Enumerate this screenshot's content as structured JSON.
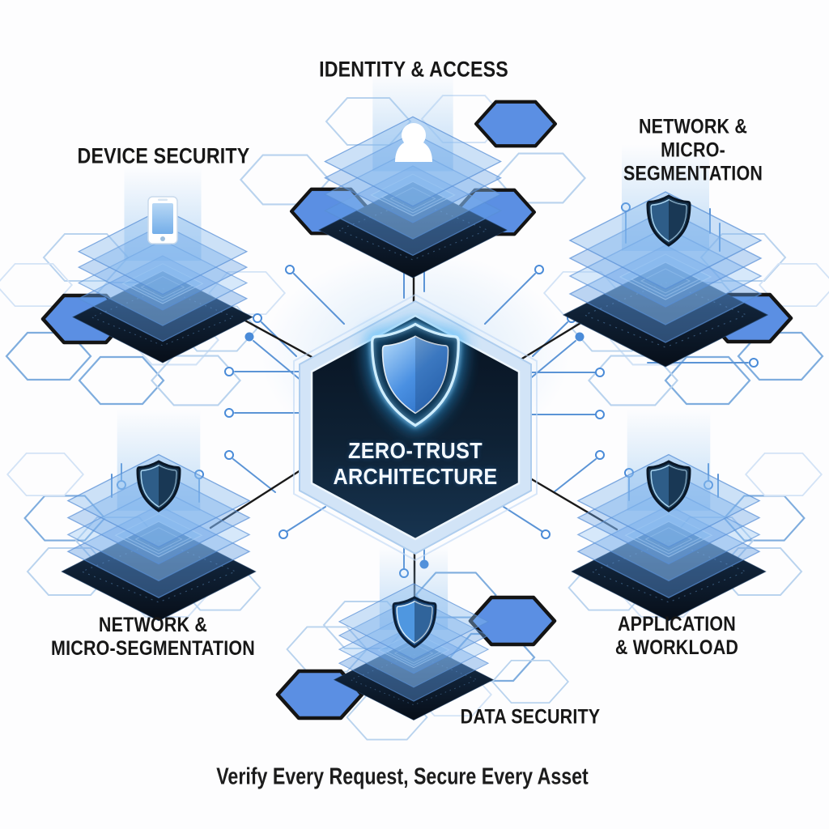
{
  "diagram": {
    "center": {
      "title": "ZERO-TRUST\nARCHITECTURE",
      "icon": "shield-icon"
    },
    "nodes": {
      "identity": {
        "label": "IDENTITY & ACCESS",
        "icon": "user-icon"
      },
      "device": {
        "label": "DEVICE SECURITY",
        "icon": "smartphone-icon"
      },
      "network_top": {
        "label": "NETWORK &\nMICRO-SEGMENTATION",
        "icon": "shield-icon"
      },
      "network_bottom": {
        "label": "NETWORK &\nMICRO-SEGMENTATION",
        "icon": "shield-icon"
      },
      "application": {
        "label": "APPLICATION\n& WORKLOAD",
        "icon": "shield-icon"
      },
      "data": {
        "label": "DATA SECURITY",
        "icon": "shield-icon"
      }
    },
    "tagline": "Verify Every Request, Secure Every Asset",
    "colors": {
      "accent_blue": "#4a8bd8",
      "hexagon_fill_blue": "#5b8fe3",
      "dark_navy": "#0b1a2b",
      "glow_blue": "#2ba6f2",
      "connector_black": "#1a1a1a",
      "label_text": "#171717",
      "center_text": "#f3f8fd"
    }
  }
}
